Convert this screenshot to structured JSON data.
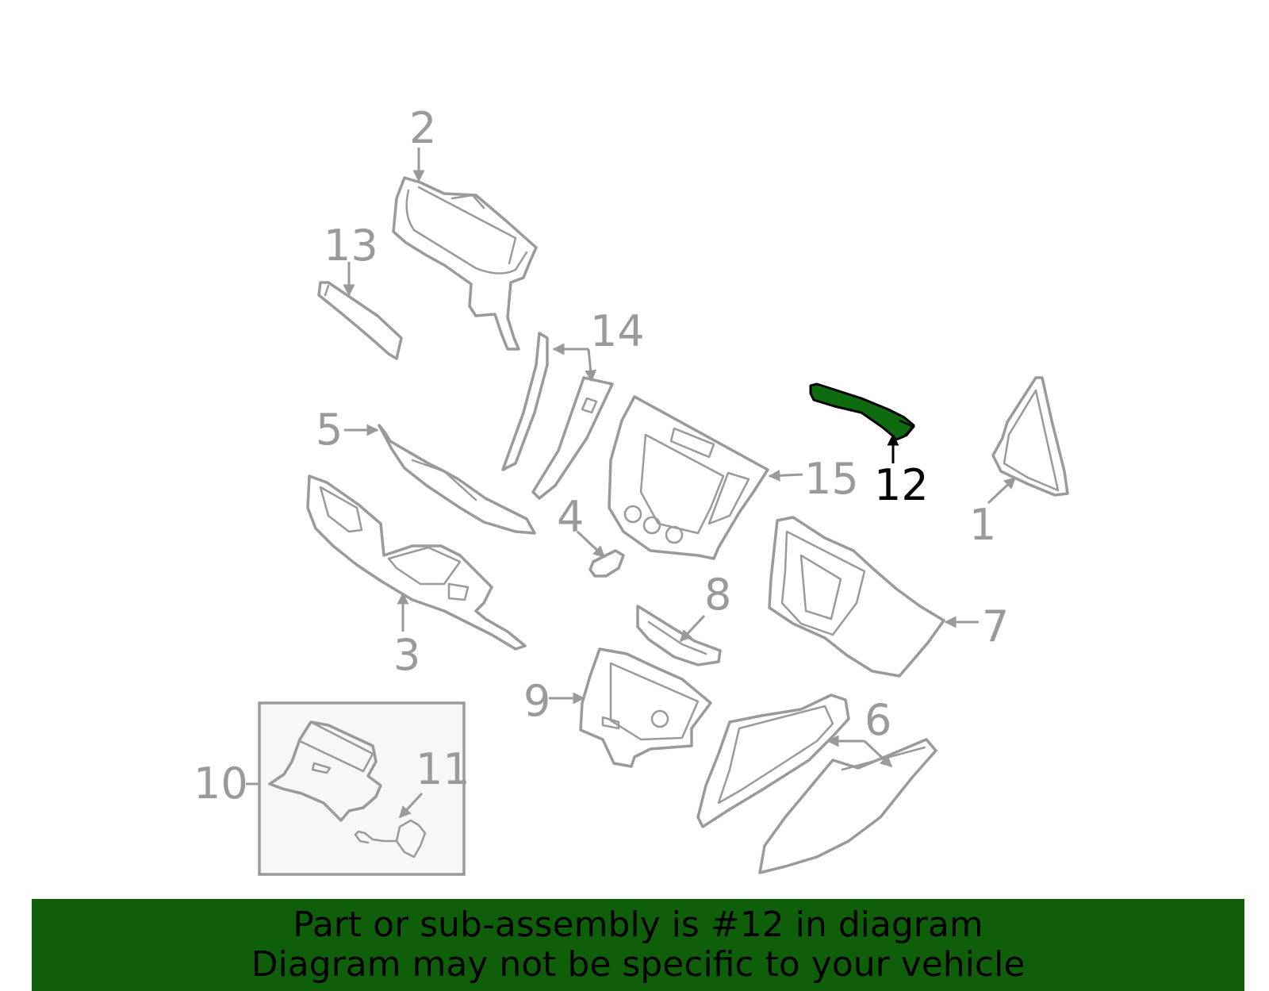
{
  "diagram": {
    "callouts": {
      "c1": "1",
      "c2": "2",
      "c3": "3",
      "c4": "4",
      "c5": "5",
      "c6": "6",
      "c7": "7",
      "c8": "8",
      "c9": "9",
      "c10": "10",
      "c11": "11",
      "c12": "12",
      "c13": "13",
      "c14": "14",
      "c15": "15"
    },
    "highlighted_part": "12",
    "colors": {
      "line": "#9a9a9a",
      "highlight_fill": "#0f6b0f",
      "highlight_text": "#000000",
      "banner_bg": "#0f5f0a",
      "inset_bg": "#f7f7f7"
    }
  },
  "banner": {
    "line1": "Part or sub-assembly is #12 in diagram",
    "line2": "Diagram may not be specific to your vehicle"
  }
}
